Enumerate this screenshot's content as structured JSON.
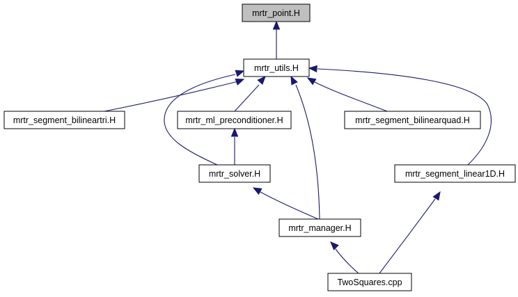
{
  "diagram": {
    "edge_color": "#191970",
    "highlight_fill": "#bfbfbf",
    "nodes": [
      {
        "id": "point",
        "label": "mrtr_point.H",
        "highlight": true
      },
      {
        "id": "utils",
        "label": "mrtr_utils.H"
      },
      {
        "id": "bilineartri",
        "label": "mrtr_segment_bilineartri.H"
      },
      {
        "id": "preconditioner",
        "label": "mrtr_ml_preconditioner.H"
      },
      {
        "id": "bilinearquad",
        "label": "mrtr_segment_bilinearquad.H"
      },
      {
        "id": "solver",
        "label": "mrtr_solver.H"
      },
      {
        "id": "linear1d",
        "label": "mrtr_segment_linear1D.H"
      },
      {
        "id": "manager",
        "label": "mrtr_manager.H"
      },
      {
        "id": "twosquares",
        "label": "TwoSquares.cpp"
      }
    ],
    "edges": [
      {
        "from": "utils",
        "to": "point"
      },
      {
        "from": "bilineartri",
        "to": "utils"
      },
      {
        "from": "preconditioner",
        "to": "utils"
      },
      {
        "from": "solver",
        "to": "utils"
      },
      {
        "from": "manager",
        "to": "utils"
      },
      {
        "from": "bilinearquad",
        "to": "utils"
      },
      {
        "from": "linear1d",
        "to": "utils"
      },
      {
        "from": "solver",
        "to": "preconditioner"
      },
      {
        "from": "manager",
        "to": "solver"
      },
      {
        "from": "twosquares",
        "to": "manager"
      },
      {
        "from": "twosquares",
        "to": "linear1d"
      }
    ]
  }
}
